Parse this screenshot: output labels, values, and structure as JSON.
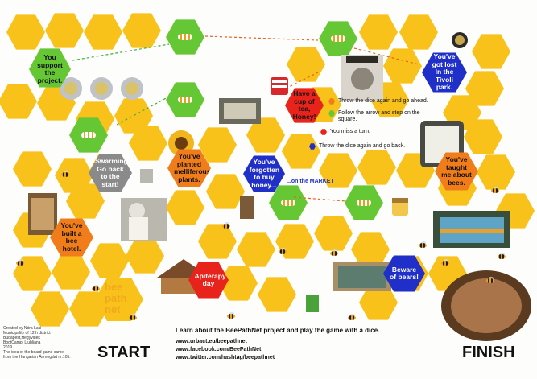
{
  "colors": {
    "hex_yellow": "#f9c21a",
    "hex_green": "#66c734",
    "hex_orange": "#f07d1a",
    "hex_blue": "#1f2fc7",
    "hex_red": "#e8231c",
    "hex_gray": "#8a8a8a",
    "logo_text": "#f0a91d"
  },
  "cells": {
    "support": "You support the project.",
    "swarming": "Swarming! Go back to the start!",
    "planted": "You've planted melliferous plants.",
    "cup_of_tea": "Have a cup of tea, Honey!",
    "forgotten_honey": "You've forgotten to buy honey...",
    "market_label": "...on the MARKET",
    "bee_hotel": "You've built a bee hotel.",
    "apiterapy": "Apiterapy day",
    "lost_tivoli": "You've got lost In the Tivoli park.",
    "taught_bees": "You've taught me about bees.",
    "beware_bears": "Beware of bears!"
  },
  "legend": [
    {
      "color": "orange",
      "text": "Throw the dice again and go ahead."
    },
    {
      "color": "green",
      "text": "Follow the arrow and step on the square."
    },
    {
      "color": "red",
      "text": "You miss a turn."
    },
    {
      "color": "blue",
      "text": "Throw the dice again and go back."
    }
  ],
  "logo": {
    "line1": "bee",
    "line2": "path",
    "line3": "net"
  },
  "start_label": "START",
  "finish_label": "FINISH",
  "info": {
    "title": "Learn about the BeePathNet project and play the game with a dice.",
    "links": [
      "www.urbact.eu/beepathnet",
      "www.facebook.com/BeePathNet",
      "www.twitter.com/hashtag/beepathnet"
    ]
  },
  "credits": [
    "Created by Nóra Laki",
    "Municipality of 12th district",
    "Budapest,Hegyvidék",
    "BootCamp, Ljubljana",
    "2019",
    "The idea of the board game came",
    "from the Hungarian Árimegjárt nr.105."
  ]
}
